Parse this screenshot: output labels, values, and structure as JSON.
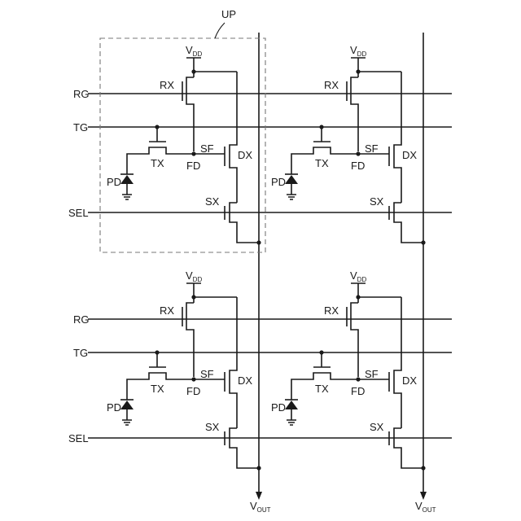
{
  "labels": {
    "unit_pixel": "UP",
    "rg": "RG",
    "tg": "TG",
    "sel": "SEL",
    "rx": "RX",
    "tx": "TX",
    "sx": "SX",
    "dx": "DX",
    "sf": "SF",
    "fd": "FD",
    "pd": "PD",
    "v": "V",
    "vdd_sub": "DD",
    "vout_sub": "OUT"
  },
  "colors": {
    "line": "#1a1a1a",
    "dashed_box": "#777777"
  }
}
